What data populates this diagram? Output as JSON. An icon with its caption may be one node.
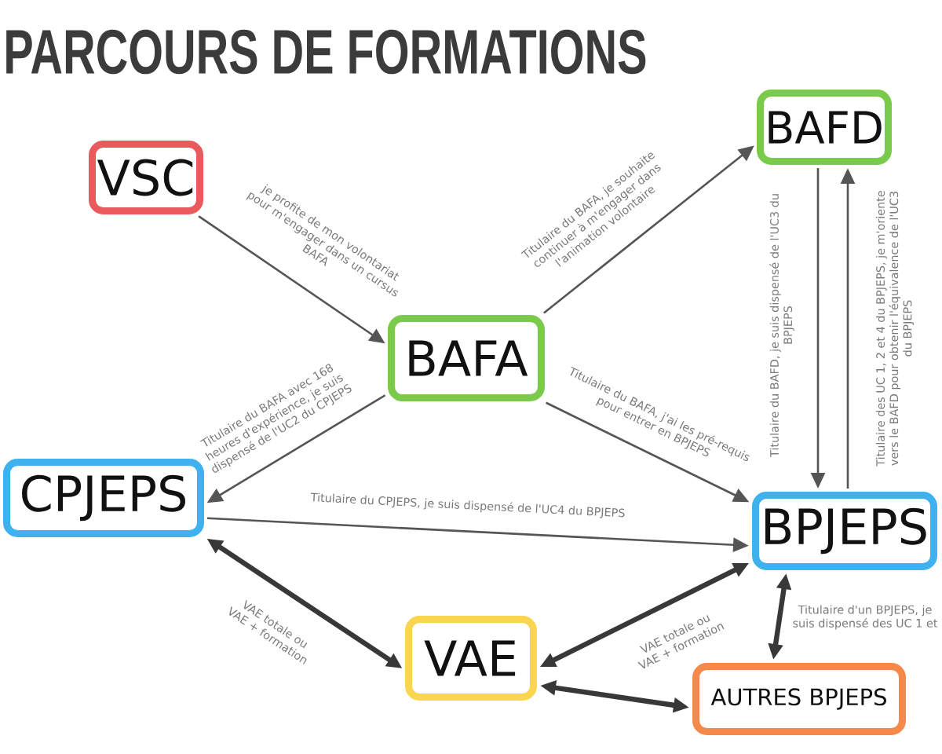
{
  "diagram": {
    "title": "PARCOURS DE FORMATIONS",
    "nodes": [
      {
        "text": [
          "VSC"
        ]
      },
      {
        "text": [
          "BAFD"
        ]
      },
      {
        "text": [
          "BAFA"
        ]
      },
      {
        "text": [
          "CPJEPS"
        ]
      },
      {
        "text": [
          "BPJEPS"
        ]
      },
      {
        "text": [
          "VAE"
        ]
      },
      {
        "text": [
          "AUTRES BPJEPS"
        ]
      }
    ],
    "edges": [
      {
        "from": 0,
        "to": 2,
        "arrow": "to",
        "label": "je profite de mon volontariat pour m'engager dans un cursus BAFA"
      },
      {
        "from": 2,
        "to": 1,
        "arrow": "to",
        "label": "Titulaire du BAFA, je souhaite continuer à m'engager dans l'animation volontaire"
      },
      {
        "from": 2,
        "to": 3,
        "arrow": "to",
        "label": "Titulaire du BAFA avec 168 heures d'expérience, je suis dispensé de l'UC2 du CPJEPS"
      },
      {
        "from": 2,
        "to": 4,
        "arrow": "to",
        "label": "Titulaire du BAFA, j'ai les pré-requis pour entrer en BPJEPS"
      },
      {
        "from": 1,
        "to": 4,
        "arrow": "to",
        "label": "Titulaire du BAFD, je suis dispensé de l'UC3 du BPJEPS"
      },
      {
        "from": 4,
        "to": 1,
        "arrow": "to",
        "label": "Titulaire des UC 1, 2 et 4 du BPJEPS, je m'oriente vers le BAFD pour obtenir l'équivalence de l'UC3 du BPJEPS"
      },
      {
        "from": 3,
        "to": 4,
        "arrow": "to",
        "label": "Titulaire du CPJEPS, je suis dispensé de l'UC4 du BPJEPS"
      },
      {
        "from": 3,
        "to": 5,
        "arrow": "both",
        "label": "VAE totale ou VAE + formation",
        "style": "thick",
        "color": "#383838"
      },
      {
        "from": 5,
        "to": 4,
        "arrow": "both",
        "label": "VAE totale ou VAE + formation",
        "style": "thick",
        "color": "#383838"
      },
      {
        "from": 5,
        "to": 6,
        "arrow": "both",
        "style": "thick",
        "color": "#383838"
      },
      {
        "from": 4,
        "to": 6,
        "arrow": "both",
        "label": "Titulaire d'un BPJEPS, je suis dispensé des UC 1 et",
        "style": "thick",
        "color": "#383838"
      }
    ]
  }
}
